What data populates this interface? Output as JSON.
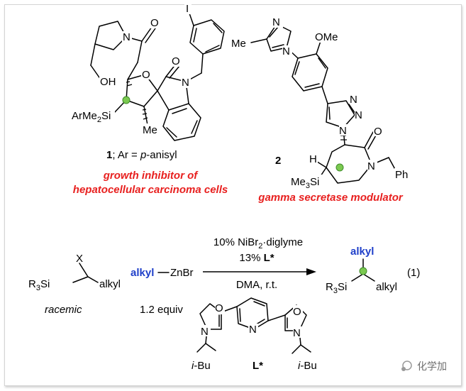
{
  "colors": {
    "red_label": "#e8201f",
    "blue_alkyl": "#1f3fc9",
    "green_stereocenter": "#7bc950",
    "frame_border": "#d4d4d4"
  },
  "compound1": {
    "atom_N": "N",
    "atom_O_carbonyl": "O",
    "atom_OH": "OH",
    "atom_O_ring": "O",
    "atom_O_lactam": "O",
    "atom_I": "I",
    "atom_N_indole": "N",
    "silyl": "ArMe",
    "silyl_sub": "2",
    "silyl_tail": "Si",
    "methyl": "Me",
    "number": "1",
    "caption_rest": "; Ar = ",
    "caption_italic": "p",
    "caption_end": "-anisyl",
    "activity_line1": "growth inhibitor of",
    "activity_line2": "hepatocellular carcinoma cells"
  },
  "compound2": {
    "methyl": "Me",
    "ome": "OMe",
    "atom_N": "N",
    "atom_O": "O",
    "atom_H": "H",
    "silyl": "Me",
    "silyl_sub": "3",
    "silyl_tail": "Si",
    "ph": "Ph",
    "number": "2",
    "activity": "gamma secretase modulator"
  },
  "reaction": {
    "substrate_x": "X",
    "substrate_r3si": "R",
    "substrate_r3si_sub": "3",
    "substrate_si": "Si",
    "substrate_alkyl": "alkyl",
    "substrate_note": "racemic",
    "reagent_alkyl": "alkyl",
    "reagent_znbr": "ZnBr",
    "reagent_equiv": "1.2 equiv",
    "cond_line1_a": "10% NiBr",
    "cond_line1_sub": "2",
    "cond_line1_b": "·diglyme",
    "cond_line2_a": "13% ",
    "cond_line2_b": "L*",
    "cond_line3": "DMA, r.t.",
    "product_alkyl_top": "alkyl",
    "product_r3si": "R",
    "product_r3si_sub": "3",
    "product_si": "Si",
    "product_alkyl": "alkyl",
    "equation_number": "(1)"
  },
  "ligand": {
    "label": "L*",
    "left_ibu_italic": "i",
    "left_ibu_rest": "-Bu",
    "right_ibu_italic": "i",
    "right_ibu_rest": "-Bu",
    "atom_O": "O",
    "atom_N": "N"
  },
  "watermark": {
    "text": "化学加"
  }
}
